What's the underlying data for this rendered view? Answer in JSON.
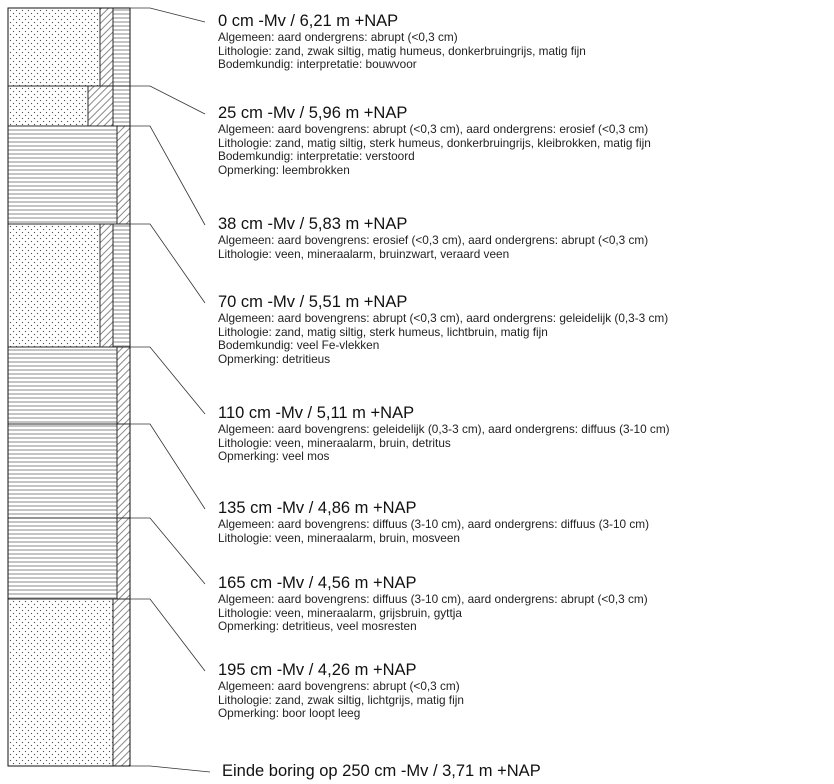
{
  "layers": [
    {
      "title": "0 cm -Mv / 6,21 m +NAP",
      "lines": [
        "Algemeen: aard ondergrens: abrupt (<0,3 cm)",
        "Lithologie: zand, zwak siltig, matig humeus, donkerbruingrijs, matig fijn",
        "Bodemkundig: interpretatie: bouwvoor"
      ],
      "patterns": [
        "dots",
        "diag",
        "horiz"
      ]
    },
    {
      "title": "25 cm -Mv / 5,96 m +NAP",
      "lines": [
        "Algemeen: aard bovengrens: abrupt (<0,3 cm), aard ondergrens: erosief (<0,3 cm)",
        "Lithologie: zand, matig siltig, sterk humeus, donkerbruingrijs, kleibrokken, matig fijn",
        "Bodemkundig: interpretatie: verstoord",
        "Opmerking: leembrokken"
      ],
      "patterns": [
        "dots",
        "diag",
        "horiz"
      ]
    },
    {
      "title": "38 cm -Mv / 5,83 m +NAP",
      "lines": [
        "Algemeen: aard bovengrens: erosief (<0,3 cm), aard ondergrens: abrupt (<0,3 cm)",
        "Lithologie: veen, mineraalarm, bruinzwart, veraard veen"
      ],
      "patterns": [
        "horiz",
        "diag"
      ]
    },
    {
      "title": "70 cm -Mv / 5,51 m +NAP",
      "lines": [
        "Algemeen: aard bovengrens: abrupt (<0,3 cm), aard ondergrens: geleidelijk (0,3-3 cm)",
        "Lithologie: zand, matig siltig, sterk humeus, lichtbruin, matig fijn",
        "Bodemkundig: veel Fe-vlekken",
        "Opmerking: detritieus"
      ],
      "patterns": [
        "dots",
        "diag",
        "horiz"
      ]
    },
    {
      "title": "110 cm -Mv / 5,11 m +NAP",
      "lines": [
        "Algemeen: aard bovengrens: geleidelijk (0,3-3 cm), aard ondergrens: diffuus (3-10 cm)",
        "Lithologie: veen, mineraalarm, bruin, detritus",
        "Opmerking: veel mos"
      ],
      "patterns": [
        "horiz",
        "diag"
      ]
    },
    {
      "title": "135 cm -Mv / 4,86 m +NAP",
      "lines": [
        "Algemeen: aard bovengrens: diffuus (3-10 cm), aard ondergrens: diffuus (3-10 cm)",
        "Lithologie: veen, mineraalarm, bruin, mosveen"
      ],
      "patterns": [
        "horiz",
        "diag"
      ]
    },
    {
      "title": "165 cm -Mv / 4,56 m +NAP",
      "lines": [
        "Algemeen: aard bovengrens: diffuus (3-10 cm), aard ondergrens: abrupt (<0,3 cm)",
        "Lithologie: veen, mineraalarm, grijsbruin, gyttja",
        "Opmerking: detritieus, veel mosresten"
      ],
      "patterns": [
        "horiz",
        "diag"
      ]
    },
    {
      "title": "195 cm -Mv / 4,26 m +NAP",
      "lines": [
        "Algemeen: aard bovengrens: abrupt (<0,3 cm)",
        "Lithologie: zand, zwak siltig, lichtgrijs, matig fijn",
        "Opmerking: boor loopt leeg"
      ],
      "patterns": [
        "dots",
        "diag"
      ]
    }
  ],
  "footer": "Einde boring op 250 cm -Mv / 3,71 m +NAP"
}
